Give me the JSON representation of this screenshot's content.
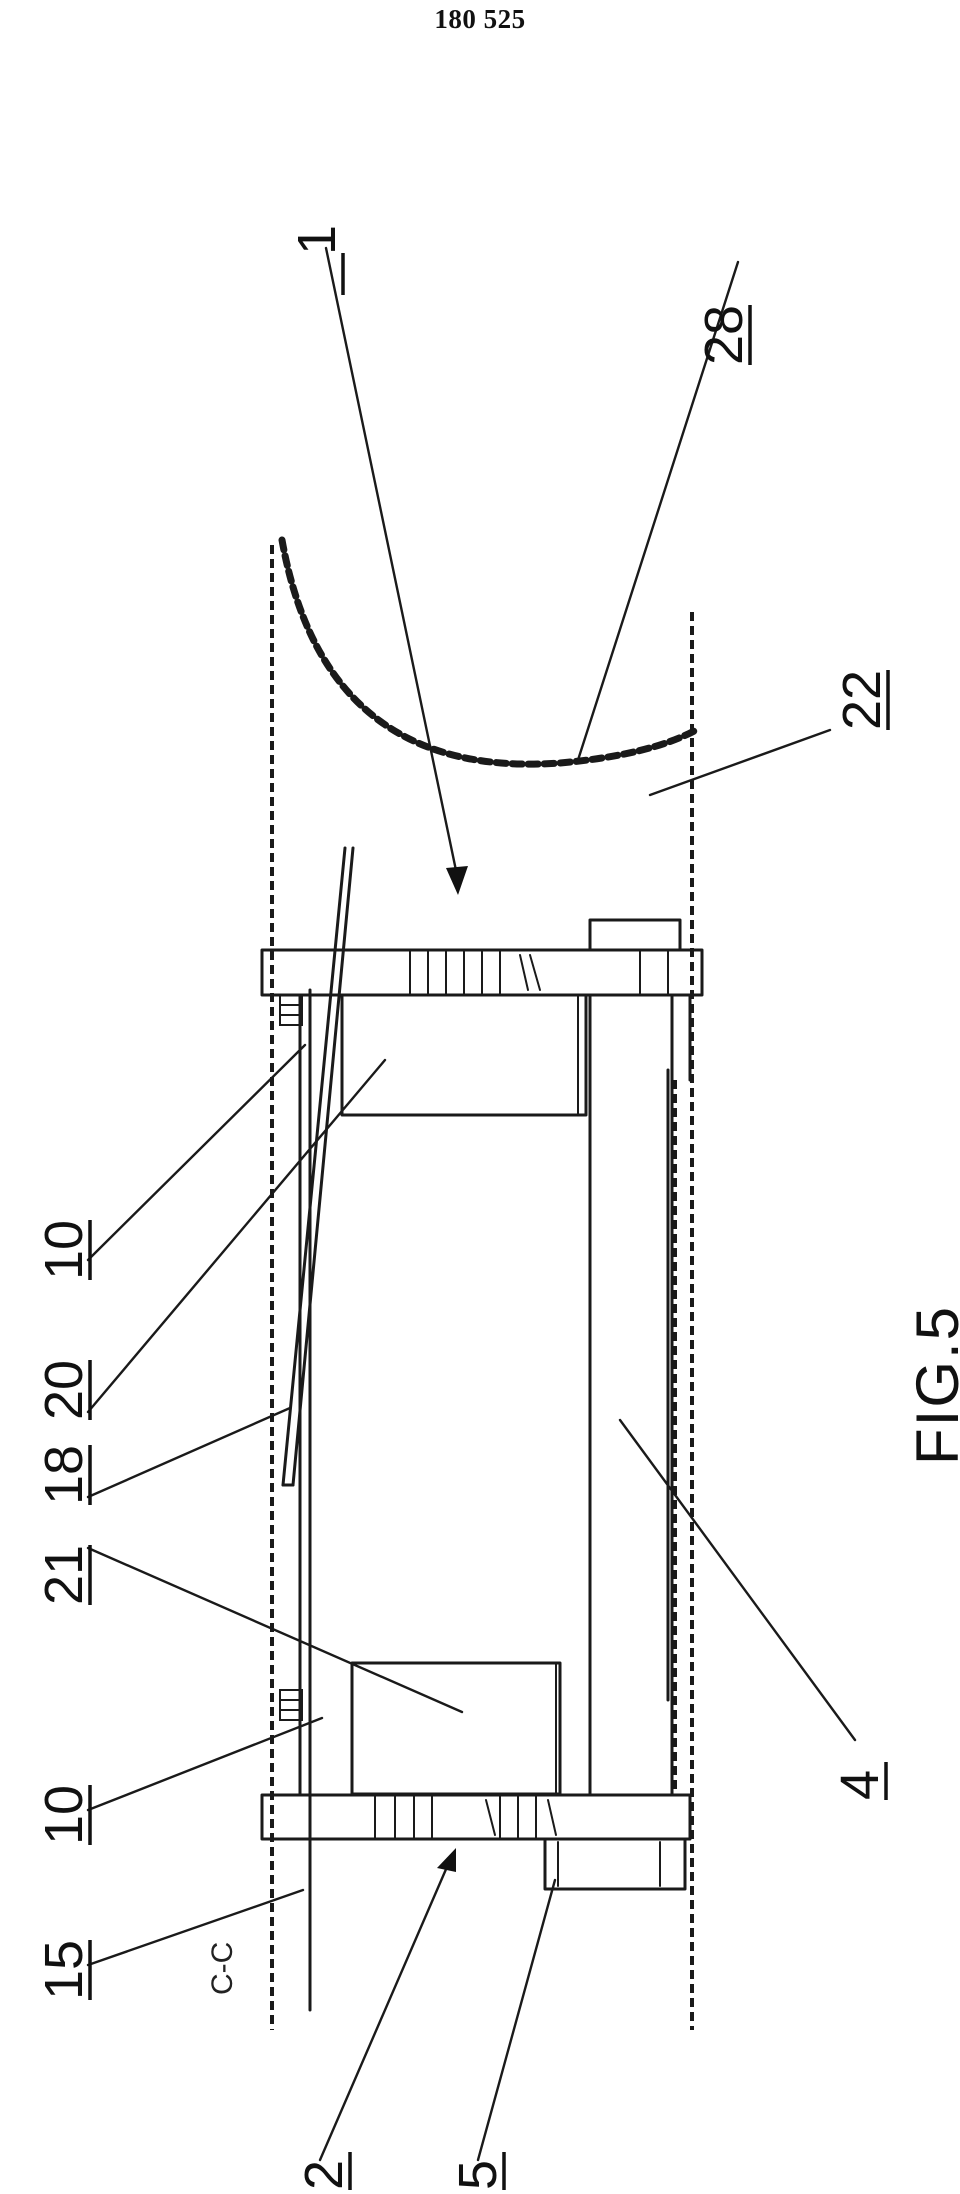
{
  "page_number": "180 525",
  "figure_label": "FIG.5",
  "section_label": "C-C",
  "reference_numerals": {
    "r1": "1",
    "r28": "28",
    "r22": "22",
    "r10_top": "10",
    "r20": "20",
    "r18": "18",
    "r21": "21",
    "r10_bottom": "10",
    "r15": "15",
    "r4": "4",
    "r2": "2",
    "r5": "5"
  }
}
